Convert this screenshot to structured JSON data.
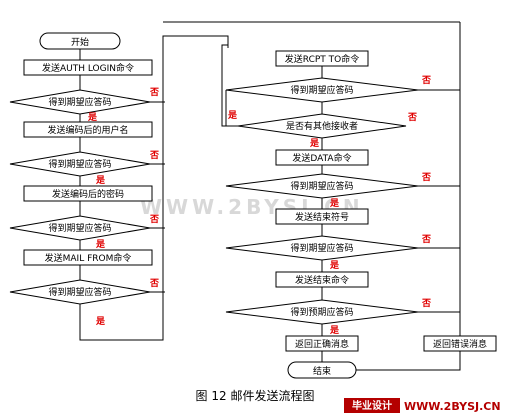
{
  "diagram": {
    "nodes": {
      "start": "开始",
      "send_auth": "发送AUTH LOGIN命令",
      "dec1": "得到期望应答码",
      "send_user": "发送编码后的用户名",
      "dec2": "得到期望应答码",
      "send_pass": "发送编码后的密码",
      "dec3": "得到期望应答码",
      "send_mailfrom": "发送MAIL FROM命令",
      "dec4": "得到期望应答码",
      "send_rcpt": "发送RCPT TO命令",
      "dec5": "得到期望应答码",
      "dec_more": "是否有其他接收者",
      "send_data": "发送DATA命令",
      "dec6": "得到期望应答码",
      "send_endmark": "发送结束符号",
      "dec7": "得到期望应答码",
      "send_end": "发送结束命令",
      "dec8": "得到预期应答码",
      "ok_msg": "返回正确消息",
      "err_msg": "返回错误消息",
      "end": "结束"
    },
    "labels": {
      "yes": "是",
      "no": "否"
    }
  },
  "watermark": "WWW.2BYSJ.CN",
  "caption": "图 12 邮件发送流程图",
  "logo": {
    "name": "毕业设计",
    "url": "WWW.2BYSJ.CN",
    "accent": "#b40000"
  }
}
